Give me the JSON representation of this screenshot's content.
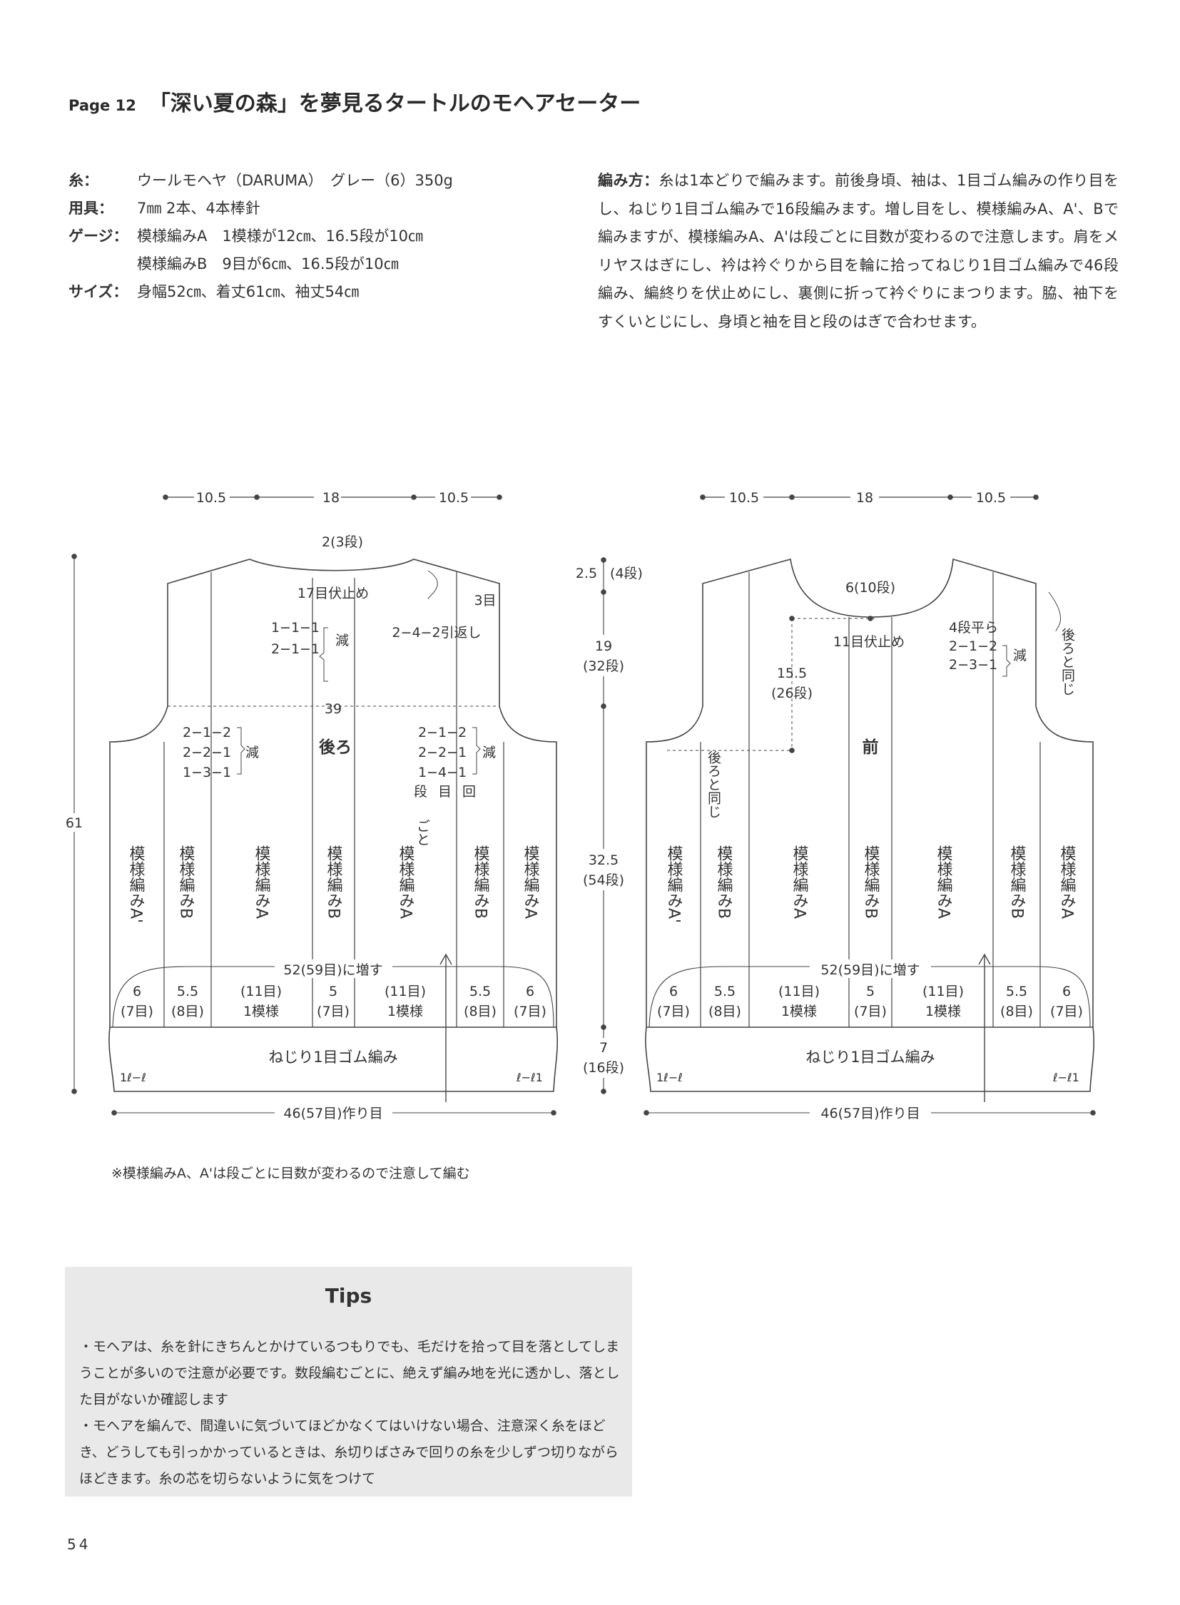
{
  "header": {
    "page_ref": "Page 12",
    "title": "「深い夏の森」を夢見るタートルのモヘアセーター"
  },
  "spec": [
    {
      "label": "糸：",
      "lines": [
        "ウールモヘヤ（DARUMA）　グレー（6）350g"
      ]
    },
    {
      "label": "用具：",
      "lines": [
        "7㎜ 2本、4本棒針"
      ]
    },
    {
      "label": "ゲージ：",
      "lines": [
        "模様編みA　1模様が12㎝、16.5段が10㎝",
        "模様編みB　9目が6㎝、16.5段が10㎝"
      ]
    },
    {
      "label": "サイズ：",
      "lines": [
        "身幅52㎝、着丈61㎝、袖丈54㎝"
      ]
    }
  ],
  "method": {
    "label": "編み方：",
    "text": "糸は1本どりで編みます。前後身頃、袖は、1目ゴム編みの作り目をし、ねじり1目ゴム編みで16段編みます。増し目をし、模様編みA、A'、Bで編みますが、模様編みA、A'は段ごとに目数が変わるので注意します。肩をメリヤスはぎにし、衿は衿ぐりから目を輪に拾ってねじり1目ゴム編みで46段編み、編終りを伏止めにし、裏側に折って衿ぐりにまつります。脇、袖下をすくいとじにし、身頃と袖を目と段のはぎで合わせます。"
  },
  "diagram": {
    "back": {
      "top_widths": [
        "10.5",
        "18",
        "10.5"
      ],
      "neck_depth": "2(3段)",
      "bind_off": "17目伏止め",
      "neck_dec": [
        "1−1−1",
        "2−1−1"
      ],
      "dec": "減",
      "shoulder_turn": "2−4−2引返し",
      "shoulder_rows": "3目",
      "width_39": "39",
      "name": "後ろ",
      "arm_left": [
        "2−1−2",
        "2−2−1",
        "1−3−1"
      ],
      "arm_right": [
        "2−1−2",
        "2−2−1",
        "1−4−1"
      ],
      "legend": [
        "段",
        "目",
        "回"
      ],
      "legend2": "ごと",
      "total_height": "61",
      "patterns": [
        "模様編みA'",
        "模様編みB",
        "模様編みA",
        "模様編みB",
        "模様編みA",
        "模様編みB",
        "模様編みA"
      ],
      "increase": "52(59目)に増す",
      "sections": [
        [
          "6",
          "(7目)"
        ],
        [
          "5.5",
          "(8目)"
        ],
        [
          "(11目)",
          "1模様"
        ],
        [
          "5",
          "(7目)"
        ],
        [
          "(11目)",
          "1模様"
        ],
        [
          "5.5",
          "(8目)"
        ],
        [
          "6",
          "(7目)"
        ]
      ],
      "rib": "ねじり1目ゴム編み",
      "rib_left": "1ℓ−ℓ",
      "rib_right": "ℓ−ℓ1",
      "cast_on": "46(57目)作り目"
    },
    "front": {
      "top_widths": [
        "10.5",
        "18",
        "10.5"
      ],
      "neck_depth": "6(10段)",
      "bind_off": "11目伏止め",
      "shoulder_flat": "4段平ら",
      "neck_dec": [
        "2−1−2",
        "2−3−1"
      ],
      "dec": "減",
      "same_as_back": "後ろと同じ",
      "name": "前",
      "depth": [
        "15.5",
        "(26段)"
      ],
      "h_shoulder": [
        "2.5",
        "(4段)"
      ],
      "h_arm": [
        "19",
        "(32段)"
      ],
      "h_body": [
        "32.5",
        "(54段)"
      ],
      "h_rib": [
        "7",
        "(16段)"
      ],
      "patterns": [
        "模様編みA'",
        "模様編みB",
        "模様編みA",
        "模様編みB",
        "模様編みA",
        "模様編みB",
        "模様編みA"
      ],
      "increase": "52(59目)に増す",
      "sections": [
        [
          "6",
          "(7目)"
        ],
        [
          "5.5",
          "(8目)"
        ],
        [
          "(11目)",
          "1模様"
        ],
        [
          "5",
          "(7目)"
        ],
        [
          "(11目)",
          "1模様"
        ],
        [
          "5.5",
          "(8目)"
        ],
        [
          "6",
          "(7目)"
        ]
      ],
      "rib": "ねじり1目ゴム編み",
      "rib_left": "1ℓ−ℓ",
      "rib_right": "ℓ−ℓ1",
      "cast_on": "46(57目)作り目"
    },
    "note": "※模様編みA、A'は段ごとに目数が変わるので注意して編む"
  },
  "tips": {
    "title": "Tips",
    "items": [
      "・モヘアは、糸を針にきちんとかけているつもりでも、毛だけを拾って目を落としてしまうことが多いので注意が必要です。数段編むごとに、絶えず編み地を光に透かし、落とした目がないか確認します",
      "・モヘアを編んで、間違いに気づいてほどかなくてはいけない場合、注意深く糸をほどき、どうしても引っかかっているときは、糸切りばさみで回りの糸を少しずつ切りながらほどきます。糸の芯を切らないように気をつけて"
    ]
  },
  "page_number": "54"
}
